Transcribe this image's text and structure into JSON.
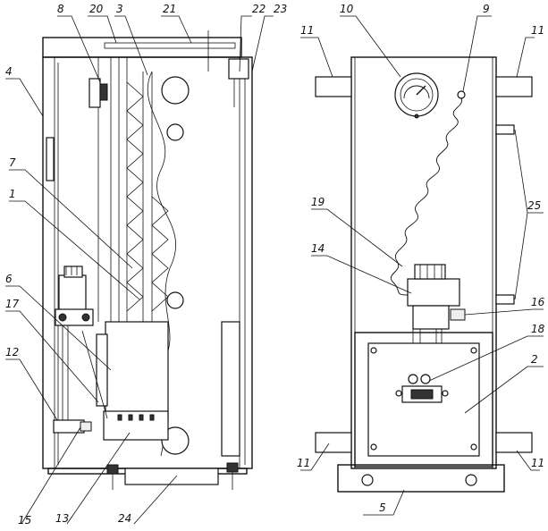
{
  "callouts": [
    {
      "id": "c8",
      "text": "8"
    },
    {
      "id": "c20",
      "text": "20"
    },
    {
      "id": "c3",
      "text": "3"
    },
    {
      "id": "c21",
      "text": "21"
    },
    {
      "id": "c22",
      "text": "22"
    },
    {
      "id": "c23",
      "text": "23"
    },
    {
      "id": "c4",
      "text": "4"
    },
    {
      "id": "c7",
      "text": "7"
    },
    {
      "id": "c1",
      "text": "1"
    },
    {
      "id": "c6",
      "text": "6"
    },
    {
      "id": "c17",
      "text": "17"
    },
    {
      "id": "c12",
      "text": "12"
    },
    {
      "id": "c15",
      "text": "15"
    },
    {
      "id": "c13",
      "text": "13"
    },
    {
      "id": "c24",
      "text": "24"
    },
    {
      "id": "c10",
      "text": "10"
    },
    {
      "id": "c9",
      "text": "9"
    },
    {
      "id": "c11a",
      "text": "11"
    },
    {
      "id": "c11b",
      "text": "11"
    },
    {
      "id": "c25",
      "text": "25"
    },
    {
      "id": "c19",
      "text": "19"
    },
    {
      "id": "c14",
      "text": "14"
    },
    {
      "id": "c16",
      "text": "16"
    },
    {
      "id": "c18",
      "text": "18"
    },
    {
      "id": "c2",
      "text": "2"
    },
    {
      "id": "c11c",
      "text": "11"
    },
    {
      "id": "c11d",
      "text": "11"
    },
    {
      "id": "c5",
      "text": "5"
    }
  ]
}
